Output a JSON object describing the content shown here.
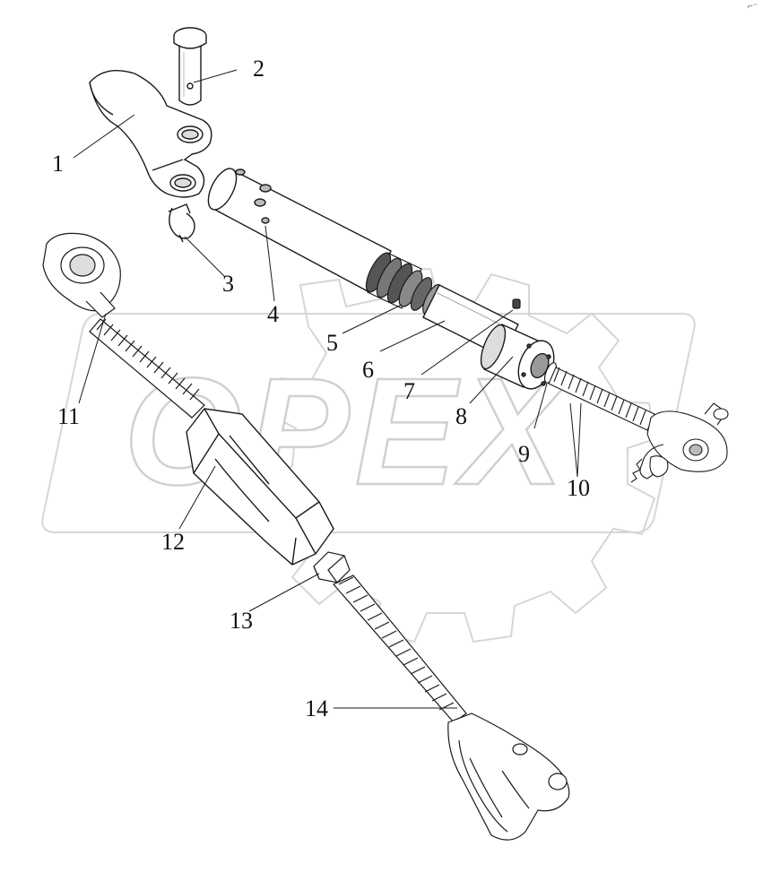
{
  "watermark": {
    "text": "OPEX",
    "color": "#d9d9d9"
  },
  "corner_mark": "⌐⁻",
  "colors": {
    "line": "#1a1a1a",
    "fill": "#ffffff",
    "shade": "#bdbdbd",
    "dark": "#6e6e6e"
  },
  "parts": [
    {
      "id": "1",
      "label": "1",
      "icon": "hook-bracket-icon"
    },
    {
      "id": "2",
      "label": "2",
      "icon": "pin-icon"
    },
    {
      "id": "3",
      "label": "3",
      "icon": "lynch-pin-icon"
    },
    {
      "id": "4",
      "label": "4",
      "icon": "tube-icon"
    },
    {
      "id": "5",
      "label": "5",
      "icon": "spring-icon"
    },
    {
      "id": "6",
      "label": "6",
      "icon": "rod-icon"
    },
    {
      "id": "7",
      "label": "7",
      "icon": "grease-nipple-icon"
    },
    {
      "id": "8",
      "label": "8",
      "icon": "cap-nut-icon"
    },
    {
      "id": "9",
      "label": "9",
      "icon": "washer-icon"
    },
    {
      "id": "10",
      "label": "10",
      "icon": "threaded-eye-icon"
    },
    {
      "id": "11",
      "label": "11",
      "icon": "ball-eye-screw-icon"
    },
    {
      "id": "12",
      "label": "12",
      "icon": "turnbuckle-body-icon"
    },
    {
      "id": "13",
      "label": "13",
      "icon": "lock-nut-icon"
    },
    {
      "id": "14",
      "label": "14",
      "icon": "fork-screw-icon"
    }
  ]
}
